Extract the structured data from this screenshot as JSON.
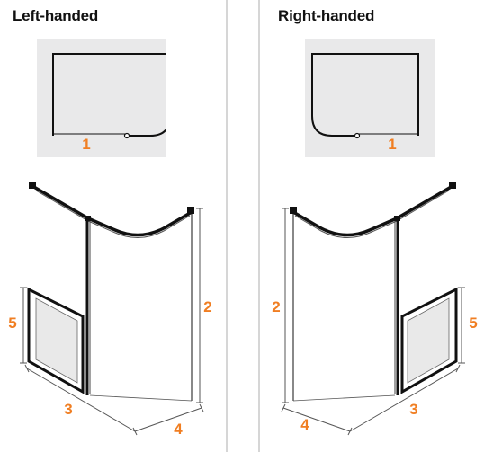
{
  "left": {
    "heading": "Left-handed",
    "plan_label": "1",
    "height_label": "2",
    "width_label": "3",
    "depth_label": "4",
    "door_label": "5"
  },
  "right": {
    "heading": "Right-handed",
    "plan_label": "1",
    "height_label": "2",
    "width_label": "3",
    "depth_label": "4",
    "door_label": "5"
  },
  "colors": {
    "accent": "#f07e22",
    "frame": "#111111",
    "panel_bg": "#e9e9ea",
    "divider": "#d6d6d6"
  }
}
